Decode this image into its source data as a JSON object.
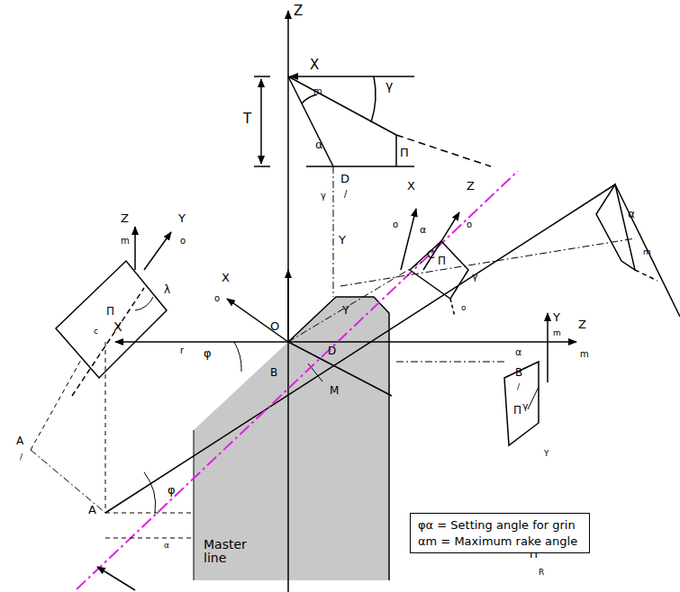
{
  "diagram": {
    "nodes": [
      {
        "text": [
          "φα = Setting angle for grin",
          "αm = Maximum rake angle"
        ]
      }
    ],
    "labels": [
      "Z",
      "X",
      "m",
      "T",
      "γ",
      "Π",
      "α",
      "γ",
      "D",
      "/",
      "X",
      "o",
      "Z",
      "o",
      "Y",
      "α",
      "C",
      "Π",
      "γ",
      "o",
      "α",
      "m",
      "Z",
      "m",
      "Y",
      "o",
      "X",
      "o",
      "λ",
      "Π",
      "c",
      "X",
      "r",
      "φ",
      "O",
      "Y",
      "D",
      "B",
      "M",
      "Y",
      "m",
      "Z",
      "m",
      "α",
      "B",
      "/",
      "γ",
      "Π",
      "Y",
      "A",
      "/",
      "A",
      "φ",
      "α",
      "Master line",
      "Π",
      "R"
    ]
  }
}
